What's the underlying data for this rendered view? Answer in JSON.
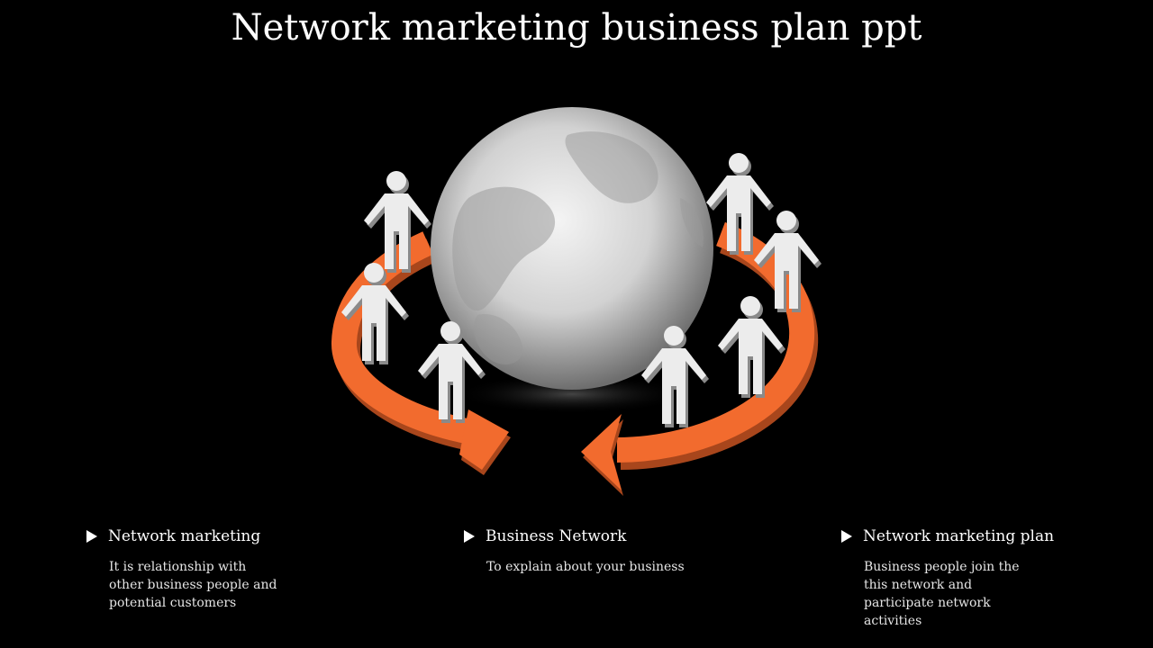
{
  "title": "Network marketing business plan ppt",
  "colors": {
    "background": "#000000",
    "arrow": "#f26b2e",
    "figure": "#ececec",
    "globe": "#d0d0d0"
  },
  "items": [
    {
      "heading": "Network marketing",
      "text": "It is relationship with other business people and potential customers",
      "icon": "triangle-bullet-icon"
    },
    {
      "heading": "Business Network",
      "text": "To explain about your business",
      "icon": "triangle-bullet-icon"
    },
    {
      "heading": "Network marketing plan",
      "text": "Business people join the this network and participate network activities",
      "icon": "triangle-bullet-icon"
    }
  ]
}
